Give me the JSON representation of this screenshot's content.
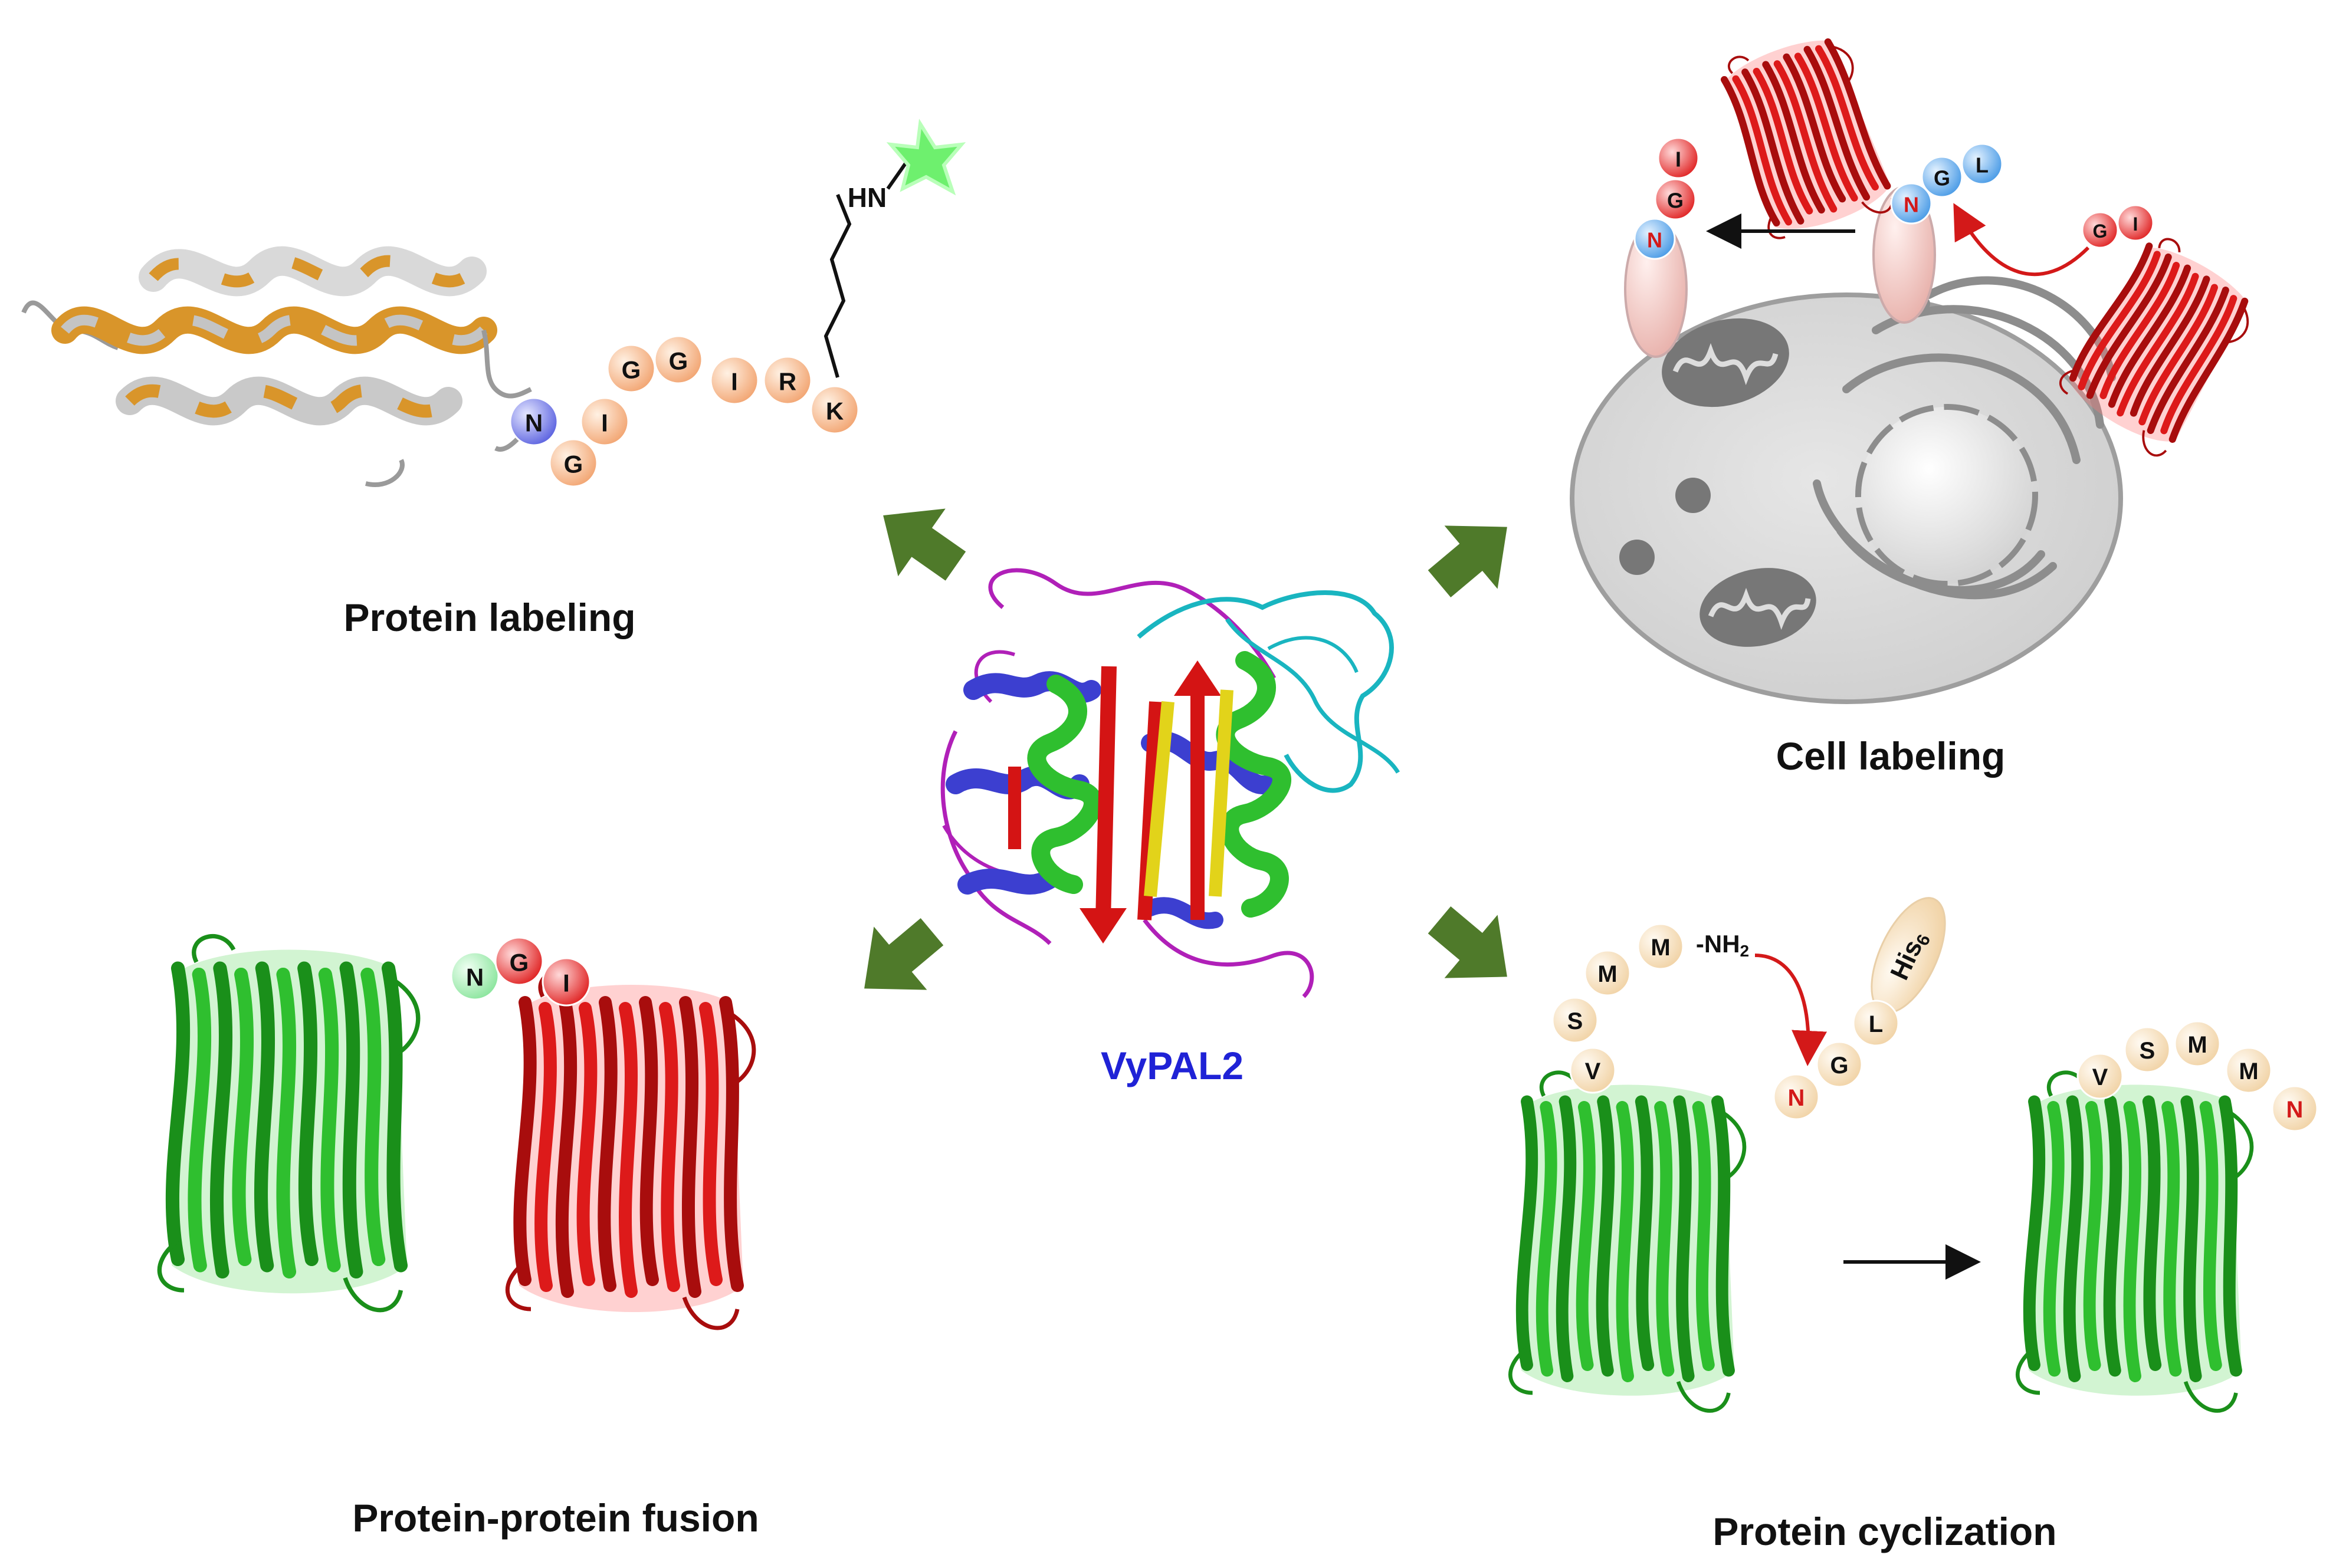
{
  "center": {
    "label": "VyPAL2"
  },
  "panels": {
    "protein_labeling": {
      "title": "Protein labeling",
      "residues": [
        "N",
        "G",
        "I",
        "G",
        "G",
        "I",
        "R",
        "K"
      ],
      "amine": "HN"
    },
    "cell_labeling": {
      "title": "Cell labeling",
      "attached_residues": [
        "N",
        "G",
        "I"
      ],
      "receptor_residues": [
        "N",
        "G",
        "L"
      ],
      "incoming_residues": [
        "G",
        "I"
      ]
    },
    "fusion": {
      "title": "Protein-protein fusion",
      "residues": [
        "N",
        "G",
        "I"
      ]
    },
    "cyclization": {
      "title": "Protein cyclization",
      "left_loop": [
        "V",
        "S",
        "M",
        "M"
      ],
      "amine_prefix": "-NH",
      "amine_sub": "2",
      "tail": [
        "N",
        "G",
        "L"
      ],
      "tag": "His",
      "tag_sub": "6",
      "product": [
        "V",
        "S",
        "M",
        "M",
        "N"
      ]
    }
  },
  "colors": {
    "orange_bead": "#f6b98d",
    "blue_bead": "#7f88ee",
    "light_blue_bead": "#6fb2f0",
    "red_bead": "#ee3b3b",
    "cream_bead": "#f7dfbd",
    "mint_bead": "#b8f2c4",
    "arrow_green": "#4f7a2a",
    "label_blue": "#1f22d6",
    "barrel_green": "#22aa22",
    "barrel_red": "#cc1111"
  }
}
